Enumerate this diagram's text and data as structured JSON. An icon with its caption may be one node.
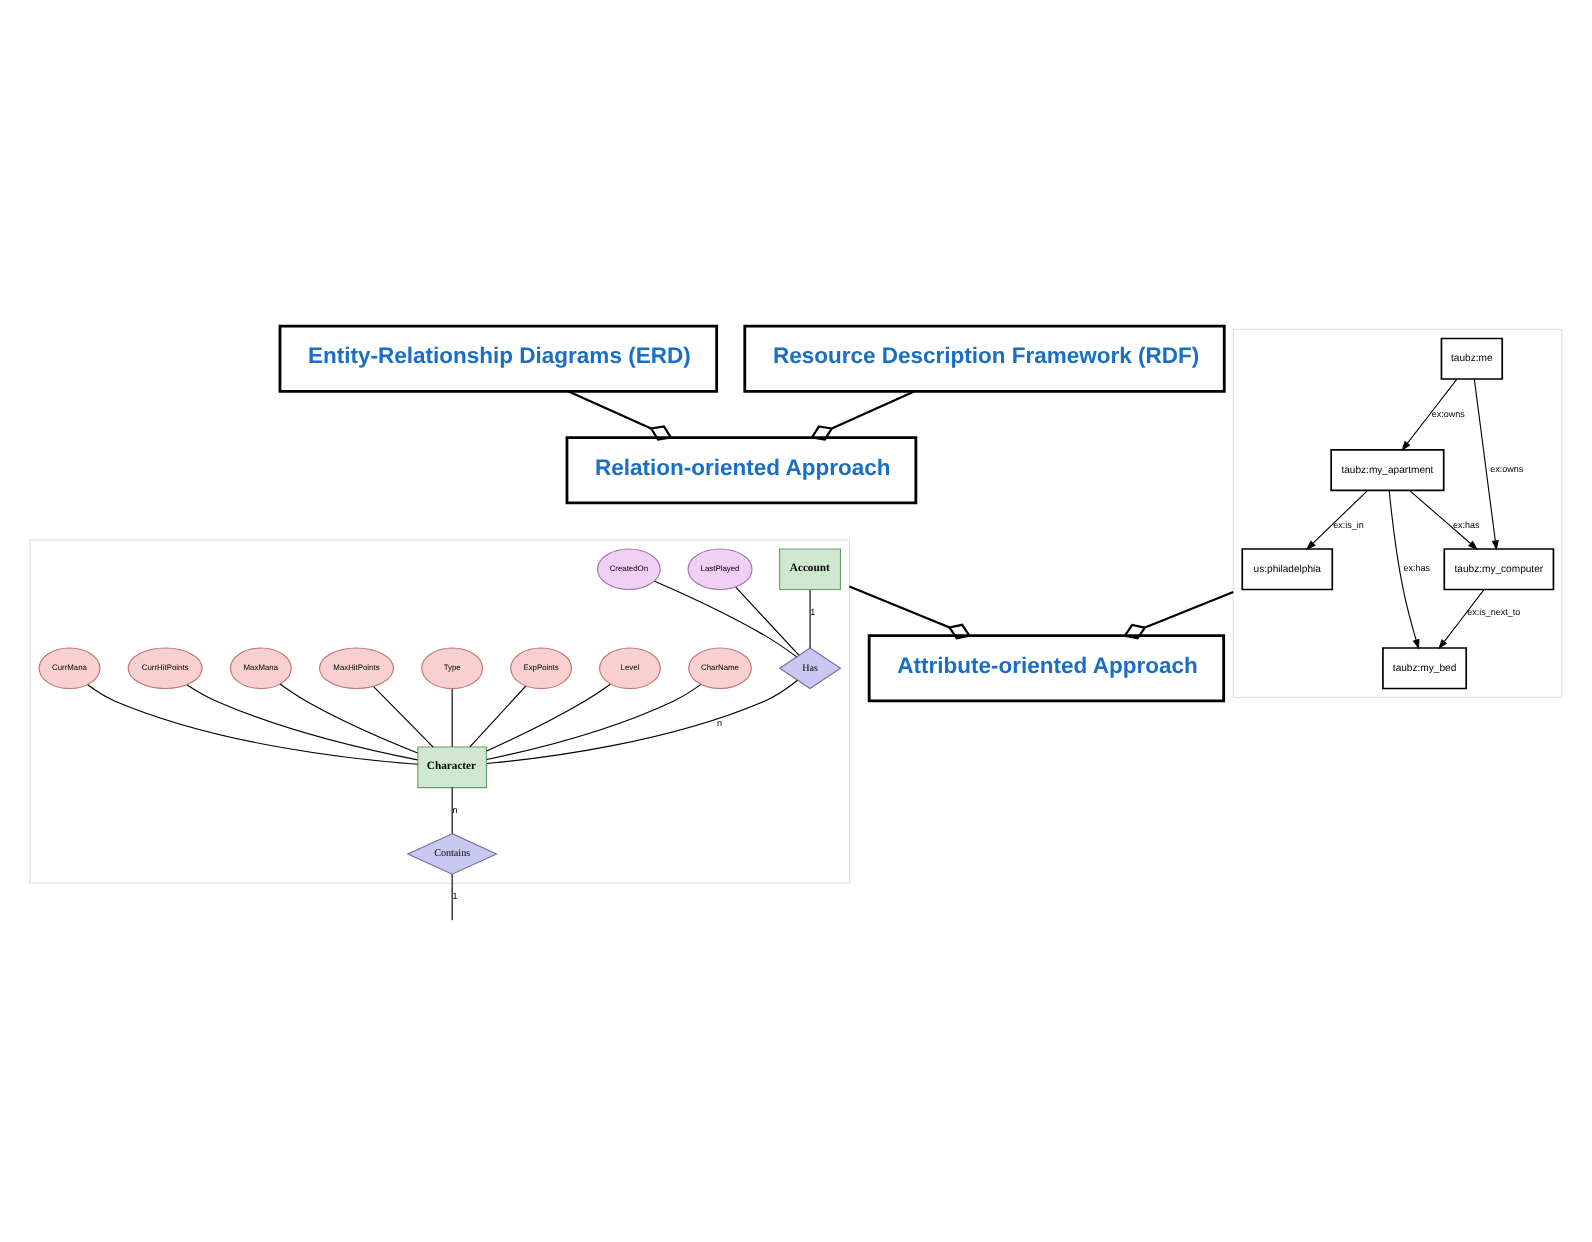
{
  "diagram": {
    "nodes": [
      {
        "text": [
          "Entity-Relationship Diagrams (ERD)"
        ]
      },
      {
        "text": [
          "Relation-oriented Approach"
        ]
      },
      {
        "text": [],
        "shape": "picture"
      },
      {
        "text": [
          "Account"
        ],
        "in": 2
      },
      {
        "text": [
          "Has"
        ],
        "in": 2
      },
      {
        "text": [
          "Character"
        ],
        "in": 2
      },
      {
        "text": [
          "Contains"
        ],
        "in": 2
      },
      {
        "text": [
          "LastPlayed"
        ],
        "in": 2
      },
      {
        "text": [
          "CreatedOn"
        ],
        "in": 2
      },
      {
        "text": [
          "CharName"
        ],
        "in": 2
      },
      {
        "text": [
          "Level"
        ],
        "in": 2
      },
      {
        "text": [
          "ExpPoints"
        ],
        "in": 2
      },
      {
        "text": [
          "Type"
        ],
        "in": 2
      },
      {
        "text": [
          "MaxHitPoints"
        ],
        "in": 2
      },
      {
        "text": [
          "MaxMana"
        ],
        "in": 2
      },
      {
        "text": [
          "CurrHitPoints"
        ],
        "in": 2
      },
      {
        "text": [
          "CurrMana"
        ],
        "in": 2
      },
      {
        "text": [
          "Resource Description Framework (RDF)"
        ]
      },
      {
        "text": [
          "Attribute-oriented Approach"
        ]
      },
      {
        "text": [],
        "shape": "picture"
      },
      {
        "text": [
          "us:philadelphia"
        ],
        "in": 19
      },
      {
        "text": [
          "taubz:me"
        ],
        "in": 19
      },
      {
        "text": [
          "taubz:my_apartment"
        ],
        "in": 19
      },
      {
        "text": [
          "taubz:my_computer"
        ],
        "in": 19
      },
      {
        "text": [
          "taubz:my_bed"
        ],
        "in": 19
      }
    ],
    "edges": [
      {
        "from": 0,
        "to": 1,
        "arrow": "other"
      },
      {
        "from": 17,
        "to": 1,
        "arrow": "other"
      },
      {
        "from": 2,
        "to": 18,
        "arrow": "other"
      },
      {
        "from": 19,
        "to": 18,
        "arrow": "other"
      },
      {
        "from": 3,
        "to": 4,
        "arrow": "none",
        "label": "1"
      },
      {
        "from": 4,
        "to": 5,
        "arrow": "none",
        "label": "n"
      },
      {
        "from": 5,
        "to": 6,
        "arrow": "none",
        "label": "n"
      },
      {
        "from": 6,
        "to": null,
        "arrow": "none",
        "label": "1"
      },
      {
        "from": 7,
        "to": 4,
        "arrow": "none"
      },
      {
        "from": 8,
        "to": 4,
        "arrow": "none"
      },
      {
        "from": 9,
        "to": 5,
        "arrow": "none"
      },
      {
        "from": 10,
        "to": 5,
        "arrow": "none"
      },
      {
        "from": 11,
        "to": 5,
        "arrow": "none"
      },
      {
        "from": 12,
        "to": 5,
        "arrow": "none"
      },
      {
        "from": 13,
        "to": 5,
        "arrow": "none"
      },
      {
        "from": 14,
        "to": 5,
        "arrow": "none"
      },
      {
        "from": 15,
        "to": 5,
        "arrow": "none"
      },
      {
        "from": 16,
        "to": 5,
        "arrow": "none"
      },
      {
        "from": 22,
        "to": 20,
        "arrow": "to",
        "label": "ex:is_in"
      },
      {
        "from": 21,
        "to": 22,
        "arrow": "to",
        "label": "ex:owns"
      },
      {
        "from": 21,
        "to": 23,
        "arrow": "to",
        "label": "ex:owns"
      },
      {
        "from": 22,
        "to": 23,
        "arrow": "to",
        "label": "ex:has"
      },
      {
        "from": 22,
        "to": 24,
        "arrow": "to",
        "label": "ex:has"
      },
      {
        "from": 23,
        "to": 24,
        "arrow": "to",
        "label": "ex:is_next_to"
      }
    ]
  }
}
